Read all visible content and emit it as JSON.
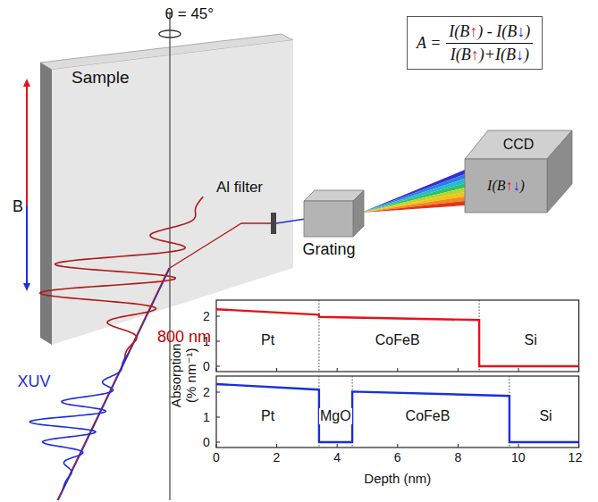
{
  "diagram": {
    "nodes": [
      {
        "text": [
          "A =",
          "I(B↑) - I(B↓)",
          "I(B↑)+I(B↓)"
        ]
      },
      {
        "text": [
          "CCD",
          "I(B↑↓)"
        ]
      }
    ],
    "labels": [
      "θ = 45°",
      "Sample",
      "B",
      "Al filter",
      "Grating",
      "800 nm",
      "XUV",
      "Pt",
      "CoFeB",
      "Si",
      "Pt",
      "MgO",
      "CoFeB",
      "Si",
      "2",
      "1",
      "0",
      "2",
      "1",
      "0",
      "0",
      "2",
      "4",
      "6",
      "8",
      "10",
      "12",
      "Absorption (% nm⁻¹)",
      "Depth (nm)"
    ]
  }
}
